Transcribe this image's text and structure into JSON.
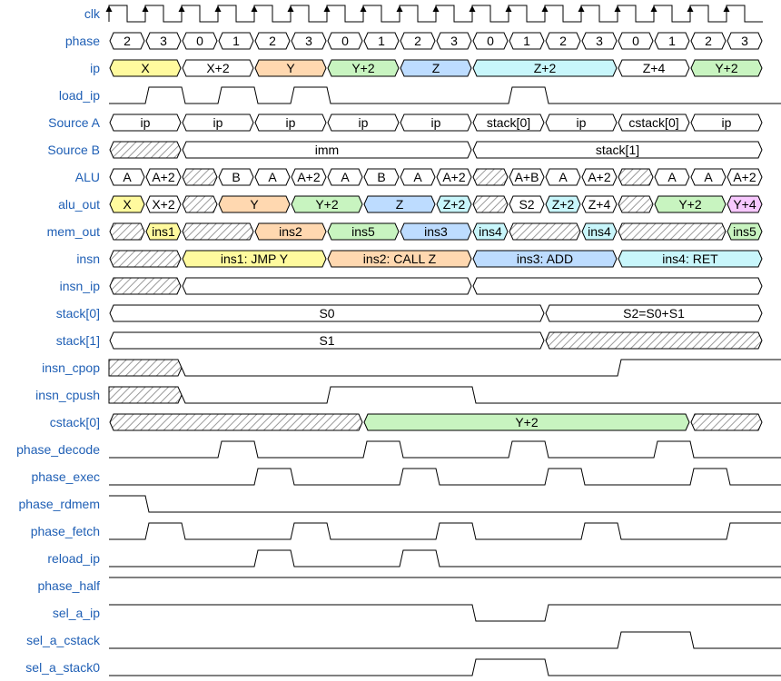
{
  "colors": {
    "label": "#1f5fb5",
    "line": "#000000",
    "hatch": "#9a9a9a",
    "yellow": "#fffa9e",
    "orange": "#ffd8b0",
    "green": "#c8f4c0",
    "blue": "#bddcff",
    "cyan": "#c8f6fb",
    "pink": "#f8c8ff"
  },
  "signals": [
    {
      "name": "clk",
      "type": "clock"
    },
    {
      "name": "phase",
      "type": "bus",
      "items": [
        {
          "c": 0,
          "s": 1,
          "v": "2"
        },
        {
          "c": 1,
          "s": 1,
          "v": "3"
        },
        {
          "c": 2,
          "s": 1,
          "v": "0"
        },
        {
          "c": 3,
          "s": 1,
          "v": "1"
        },
        {
          "c": 4,
          "s": 1,
          "v": "2"
        },
        {
          "c": 5,
          "s": 1,
          "v": "3"
        },
        {
          "c": 6,
          "s": 1,
          "v": "0"
        },
        {
          "c": 7,
          "s": 1,
          "v": "1"
        },
        {
          "c": 8,
          "s": 1,
          "v": "2"
        },
        {
          "c": 9,
          "s": 1,
          "v": "3"
        },
        {
          "c": 10,
          "s": 1,
          "v": "0"
        },
        {
          "c": 11,
          "s": 1,
          "v": "1"
        },
        {
          "c": 12,
          "s": 1,
          "v": "2"
        },
        {
          "c": 13,
          "s": 1,
          "v": "3"
        },
        {
          "c": 14,
          "s": 1,
          "v": "0"
        },
        {
          "c": 15,
          "s": 1,
          "v": "1"
        },
        {
          "c": 16,
          "s": 1,
          "v": "2"
        },
        {
          "c": 17,
          "s": 1,
          "v": "3"
        }
      ]
    },
    {
      "name": "ip",
      "type": "bus",
      "items": [
        {
          "c": 0,
          "s": 2,
          "v": "X",
          "f": "yellow"
        },
        {
          "c": 2,
          "s": 2,
          "v": "X+2"
        },
        {
          "c": 4,
          "s": 2,
          "v": "Y",
          "f": "orange"
        },
        {
          "c": 6,
          "s": 2,
          "v": "Y+2",
          "f": "green"
        },
        {
          "c": 8,
          "s": 2,
          "v": "Z",
          "f": "blue"
        },
        {
          "c": 10,
          "s": 4,
          "v": "Z+2",
          "f": "cyan"
        },
        {
          "c": 14,
          "s": 2,
          "v": "Z+4"
        },
        {
          "c": 16,
          "s": 2,
          "v": "Y+2",
          "f": "green"
        }
      ]
    },
    {
      "name": "load_ip",
      "type": "wave",
      "wave": "010101000001000"
    },
    {
      "name": "Source A",
      "type": "bus",
      "items": [
        {
          "c": 0,
          "s": 2,
          "v": "ip"
        },
        {
          "c": 2,
          "s": 2,
          "v": "ip"
        },
        {
          "c": 4,
          "s": 2,
          "v": "ip"
        },
        {
          "c": 6,
          "s": 2,
          "v": "ip"
        },
        {
          "c": 8,
          "s": 2,
          "v": "ip"
        },
        {
          "c": 10,
          "s": 2,
          "v": "stack[0]"
        },
        {
          "c": 12,
          "s": 2,
          "v": "ip"
        },
        {
          "c": 14,
          "s": 2,
          "v": "cstack[0]"
        },
        {
          "c": 16,
          "s": 2,
          "v": "ip"
        }
      ]
    },
    {
      "name": "Source B",
      "type": "bus",
      "items": [
        {
          "c": 0,
          "s": 2,
          "h": 1
        },
        {
          "c": 2,
          "s": 8,
          "v": "imm"
        },
        {
          "c": 10,
          "s": 8,
          "v": "stack[1]"
        }
      ]
    },
    {
      "name": "ALU",
      "type": "bus",
      "items": [
        {
          "c": 0,
          "s": 1,
          "v": "A"
        },
        {
          "c": 1,
          "s": 1,
          "v": "A+2"
        },
        {
          "c": 2,
          "s": 1,
          "h": 1
        },
        {
          "c": 3,
          "s": 1,
          "v": "B"
        },
        {
          "c": 4,
          "s": 1,
          "v": "A"
        },
        {
          "c": 5,
          "s": 1,
          "v": "A+2"
        },
        {
          "c": 6,
          "s": 1,
          "v": "A"
        },
        {
          "c": 7,
          "s": 1,
          "v": "B"
        },
        {
          "c": 8,
          "s": 1,
          "v": "A"
        },
        {
          "c": 9,
          "s": 1,
          "v": "A+2"
        },
        {
          "c": 10,
          "s": 1,
          "h": 1
        },
        {
          "c": 11,
          "s": 1,
          "v": "A+B"
        },
        {
          "c": 12,
          "s": 1,
          "v": "A"
        },
        {
          "c": 13,
          "s": 1,
          "v": "A+2"
        },
        {
          "c": 14,
          "s": 1,
          "h": 1
        },
        {
          "c": 15,
          "s": 1,
          "v": "A"
        },
        {
          "c": 16,
          "s": 1,
          "v": "A"
        },
        {
          "c": 17,
          "s": 1,
          "v": "A+2"
        }
      ]
    },
    {
      "name": "alu_out",
      "type": "bus",
      "items": [
        {
          "c": 0,
          "s": 1,
          "v": "X",
          "f": "yellow"
        },
        {
          "c": 1,
          "s": 1,
          "v": "X+2"
        },
        {
          "c": 2,
          "s": 1,
          "h": 1
        },
        {
          "c": 3,
          "s": 2,
          "v": "Y",
          "f": "orange"
        },
        {
          "c": 5,
          "s": 2,
          "v": "Y+2",
          "f": "green"
        },
        {
          "c": 7,
          "s": 2,
          "v": "Z",
          "f": "blue"
        },
        {
          "c": 9,
          "s": 1,
          "v": "Z+2",
          "f": "cyan"
        },
        {
          "c": 10,
          "s": 1,
          "h": 1
        },
        {
          "c": 11,
          "s": 1,
          "v": "S2"
        },
        {
          "c": 12,
          "s": 1,
          "v": "Z+2",
          "f": "cyan"
        },
        {
          "c": 13,
          "s": 1,
          "v": "Z+4"
        },
        {
          "c": 14,
          "s": 1,
          "h": 1
        },
        {
          "c": 15,
          "s": 2,
          "v": "Y+2",
          "f": "green"
        },
        {
          "c": 17,
          "s": 1,
          "v": "Y+4",
          "f": "pink"
        }
      ]
    },
    {
      "name": "mem_out",
      "type": "bus",
      "items": [
        {
          "c": 0,
          "s": 1,
          "h": 1
        },
        {
          "c": 1,
          "s": 1,
          "v": "ins1",
          "f": "yellow"
        },
        {
          "c": 2,
          "s": 2,
          "h": 1
        },
        {
          "c": 4,
          "s": 2,
          "v": "ins2",
          "f": "orange"
        },
        {
          "c": 6,
          "s": 2,
          "v": "ins5",
          "f": "green"
        },
        {
          "c": 8,
          "s": 2,
          "v": "ins3",
          "f": "blue"
        },
        {
          "c": 10,
          "s": 1,
          "v": "ins4",
          "f": "cyan"
        },
        {
          "c": 11,
          "s": 2,
          "h": 1
        },
        {
          "c": 13,
          "s": 1,
          "v": "ins4",
          "f": "cyan"
        },
        {
          "c": 14,
          "s": 3,
          "h": 1
        },
        {
          "c": 17,
          "s": 1,
          "v": "ins5",
          "f": "green"
        }
      ]
    },
    {
      "name": "insn",
      "type": "bus",
      "items": [
        {
          "c": 0,
          "s": 2,
          "h": 1
        },
        {
          "c": 2,
          "s": 4,
          "v": "ins1: JMP Y",
          "f": "yellow"
        },
        {
          "c": 6,
          "s": 4,
          "v": "ins2: CALL Z",
          "f": "orange"
        },
        {
          "c": 10,
          "s": 4,
          "v": "ins3: ADD",
          "f": "blue"
        },
        {
          "c": 14,
          "s": 4,
          "v": "ins4: RET",
          "f": "cyan"
        }
      ]
    },
    {
      "name": "insn_ip",
      "type": "bus",
      "items": [
        {
          "c": 0,
          "s": 2,
          "h": 1
        },
        {
          "c": 2,
          "s": 8,
          "v": ""
        },
        {
          "c": 10,
          "s": 8,
          "v": ""
        }
      ]
    },
    {
      "name": "stack[0]",
      "type": "bus",
      "items": [
        {
          "c": 0,
          "s": 12,
          "v": "S0"
        },
        {
          "c": 12,
          "s": 6,
          "v": "S2=S0+S1"
        }
      ]
    },
    {
      "name": "stack[1]",
      "type": "bus",
      "items": [
        {
          "c": 0,
          "s": 12,
          "v": "S1"
        },
        {
          "c": 12,
          "s": 6,
          "h": 1
        }
      ]
    },
    {
      "name": "insn_cpop",
      "type": "hwave",
      "hatch": 2,
      "wave": "0000000000001111"
    },
    {
      "name": "insn_cpush",
      "type": "hwave",
      "hatch": 2,
      "wave": "0000111100000000"
    },
    {
      "name": "cstack[0]",
      "type": "bus",
      "items": [
        {
          "c": 0,
          "s": 7,
          "h": 1
        },
        {
          "c": 7,
          "s": 9,
          "v": "Y+2",
          "f": "green"
        },
        {
          "c": 16,
          "s": 2,
          "h": 1
        }
      ]
    },
    {
      "name": "phase_decode",
      "type": "wave",
      "wave": "000100010001000100"
    },
    {
      "name": "phase_exec",
      "type": "wave",
      "wave": "000010001000100010"
    },
    {
      "name": "phase_rdmem",
      "type": "wave",
      "wave": "100000000000000000"
    },
    {
      "name": "phase_fetch",
      "type": "wave",
      "wave": "010001000100010001"
    },
    {
      "name": "reload_ip",
      "type": "wave",
      "wave": "000010001000000000"
    },
    {
      "name": "phase_half",
      "type": "wave",
      "wave": "111111111111111111"
    },
    {
      "name": "sel_a_ip",
      "type": "wave",
      "wave": "111111111100111111"
    },
    {
      "name": "sel_a_cstack",
      "type": "wave",
      "wave": "000000000000001100"
    },
    {
      "name": "sel_a_stack0",
      "type": "wave",
      "wave": "000000000011000000"
    }
  ]
}
